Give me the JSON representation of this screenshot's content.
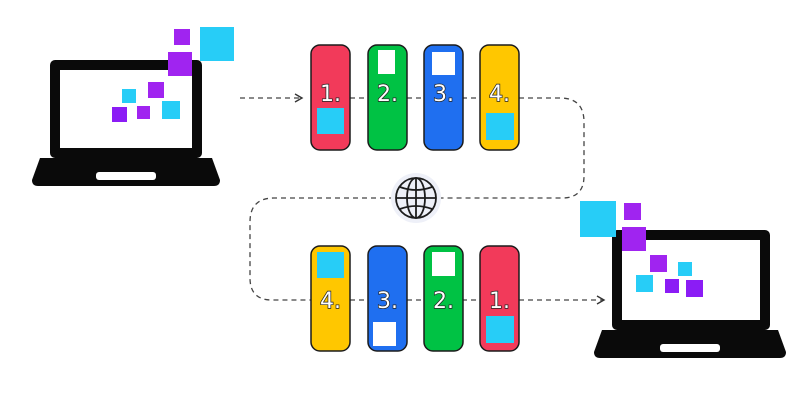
{
  "colors": {
    "red": "#f23a5a",
    "green": "#00c244",
    "blue": "#1f6ff0",
    "yellow": "#ffc700",
    "cyan": "#27cdf7",
    "purple": "#a024f0",
    "violet": "#8b1cf5",
    "outline": "#1b1b1b",
    "laptop": "#0a0a0a"
  },
  "sender_laptop": {
    "icon": "laptop-icon"
  },
  "receiver_laptop": {
    "icon": "laptop-icon"
  },
  "network": {
    "icon": "globe-icon"
  },
  "outbound_packets": [
    {
      "label": "1.",
      "color": "red"
    },
    {
      "label": "2.",
      "color": "green"
    },
    {
      "label": "3.",
      "color": "blue"
    },
    {
      "label": "4.",
      "color": "yellow"
    }
  ],
  "inbound_packets": [
    {
      "label": "4.",
      "color": "yellow"
    },
    {
      "label": "3.",
      "color": "blue"
    },
    {
      "label": "2.",
      "color": "green"
    },
    {
      "label": "1.",
      "color": "red"
    }
  ]
}
